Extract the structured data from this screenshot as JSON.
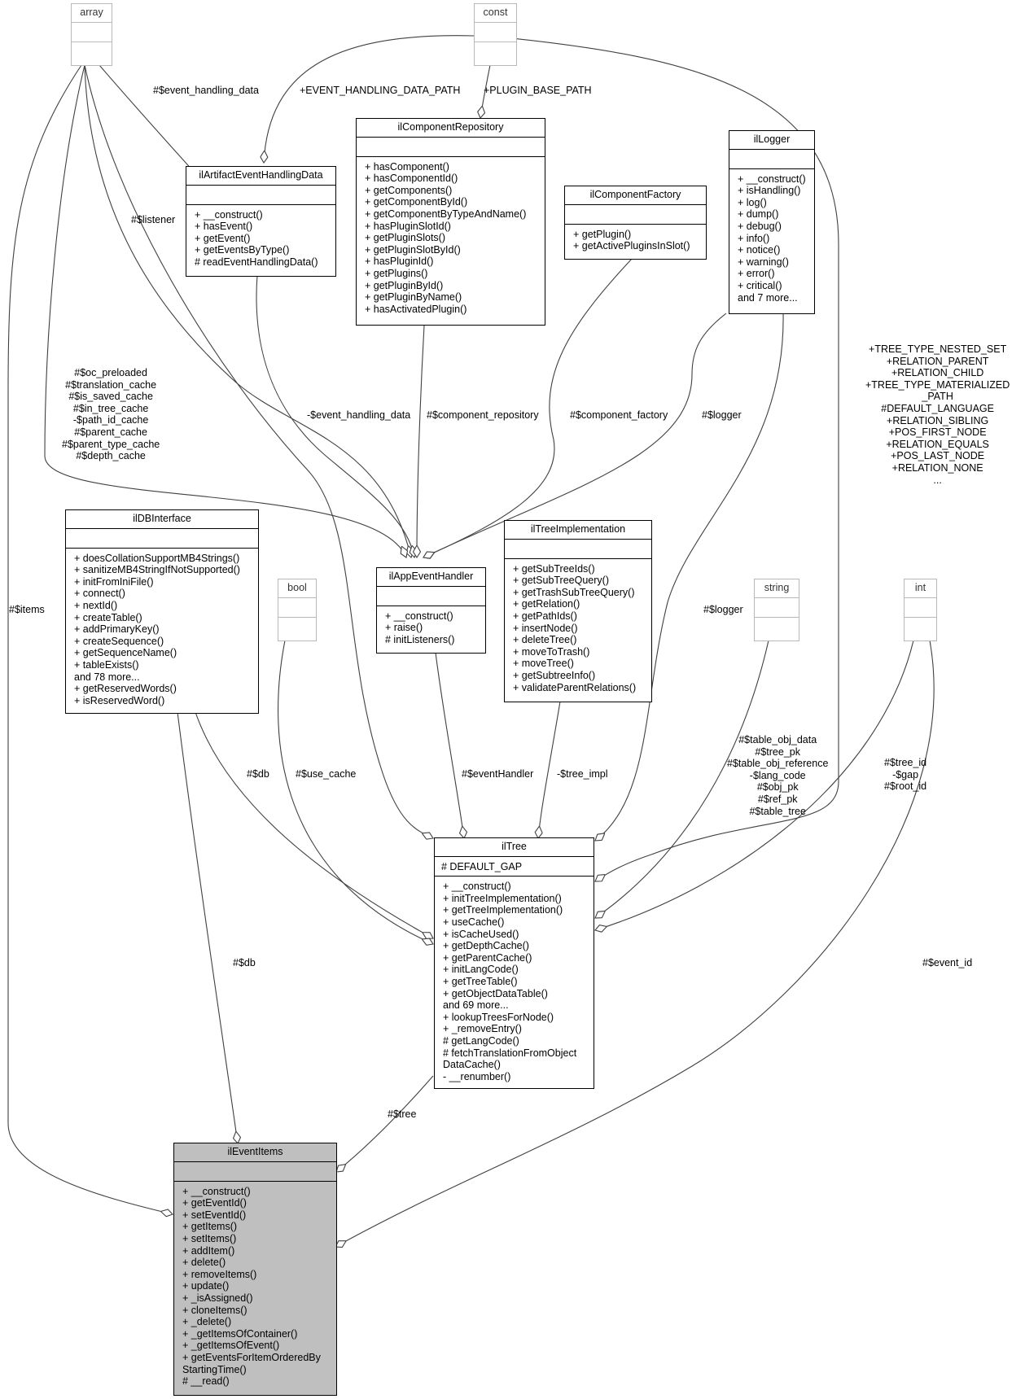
{
  "classes": {
    "array": {
      "title": "array",
      "attributes": [],
      "methods": []
    },
    "const": {
      "title": "const",
      "attributes": [],
      "methods": []
    },
    "ilComponentRepository": {
      "title": "ilComponentRepository",
      "attributes": [],
      "methods": [
        "+ hasComponent()",
        "+ hasComponentId()",
        "+ getComponents()",
        "+ getComponentById()",
        "+ getComponentByTypeAndName()",
        "+ hasPluginSlotId()",
        "+ getPluginSlots()",
        "+ getPluginSlotById()",
        "+ hasPluginId()",
        "+ getPlugins()",
        "+ getPluginById()",
        "+ getPluginByName()",
        "+ hasActivatedPlugin()"
      ]
    },
    "ilArtifactEventHandlingData": {
      "title": "ilArtifactEventHandlingData",
      "attributes": [],
      "methods": [
        "+ __construct()",
        "+ hasEvent()",
        "+ getEvent()",
        "+ getEventsByType()",
        "# readEventHandlingData()"
      ]
    },
    "ilComponentFactory": {
      "title": "ilComponentFactory",
      "attributes": [],
      "methods": [
        "+ getPlugin()",
        "+ getActivePluginsInSlot()"
      ]
    },
    "ilLogger": {
      "title": "ilLogger",
      "attributes": [],
      "methods": [
        "+ __construct()",
        "+ isHandling()",
        "+ log()",
        "+ dump()",
        "+ debug()",
        "+ info()",
        "+ notice()",
        "+ warning()",
        "+ error()",
        "+ critical()",
        "and 7 more..."
      ]
    },
    "ilDBInterface": {
      "title": "ilDBInterface",
      "attributes": [],
      "methods": [
        "+ doesCollationSupportMB4Strings()",
        "+ sanitizeMB4StringIfNotSupported()",
        "+ initFromIniFile()",
        "+ connect()",
        "+ nextId()",
        "+ createTable()",
        "+ addPrimaryKey()",
        "+ createSequence()",
        "+ getSequenceName()",
        "+ tableExists()",
        "and 78 more...",
        "+ getReservedWords()",
        "+ isReservedWord()"
      ]
    },
    "bool": {
      "title": "bool",
      "attributes": [],
      "methods": []
    },
    "ilAppEventHandler": {
      "title": "ilAppEventHandler",
      "attributes": [],
      "methods": [
        "+ __construct()",
        "+ raise()",
        "# initListeners()"
      ]
    },
    "ilTreeImplementation": {
      "title": "ilTreeImplementation",
      "attributes": [],
      "methods": [
        "+ getSubTreeIds()",
        "+ getSubTreeQuery()",
        "+ getTrashSubTreeQuery()",
        "+ getRelation()",
        "+ getPathIds()",
        "+ insertNode()",
        "+ deleteTree()",
        "+ moveToTrash()",
        "+ moveTree()",
        "+ getSubtreeInfo()",
        "+ validateParentRelations()"
      ]
    },
    "string": {
      "title": "string",
      "attributes": [],
      "methods": []
    },
    "int": {
      "title": "int",
      "attributes": [],
      "methods": []
    },
    "ilTree": {
      "title": "ilTree",
      "attributes": [
        "# DEFAULT_GAP"
      ],
      "methods": [
        "+ __construct()",
        "+ initTreeImplementation()",
        "+ getTreeImplementation()",
        "+ useCache()",
        "+ isCacheUsed()",
        "+ getDepthCache()",
        "+ getParentCache()",
        "+ initLangCode()",
        "+ getTreeTable()",
        "+ getObjectDataTable()",
        "and 69 more...",
        "+ lookupTreesForNode()",
        "+ _removeEntry()",
        "# getLangCode()",
        "# fetchTranslationFromObject",
        "DataCache()",
        "- __renumber()"
      ]
    },
    "ilEventItems": {
      "title": "ilEventItems",
      "attributes": [],
      "methods": [
        "+ __construct()",
        "+ getEventId()",
        "+ setEventId()",
        "+ getItems()",
        "+ setItems()",
        "+ addItem()",
        "+ delete()",
        "+ removeItems()",
        "+ update()",
        "+ _isAssigned()",
        "+ cloneItems()",
        "+ _delete()",
        "+ _getItemsOfContainer()",
        "+ _getItemsOfEvent()",
        "+ getEventsForItemOrderedBy",
        "StartingTime()",
        "# __read()"
      ]
    }
  },
  "edge_labels": {
    "event_handling_data_array": [
      "#$event_handling_data"
    ],
    "event_handling_data_path": [
      "+EVENT_HANDLING_DATA_PATH"
    ],
    "plugin_base_path": [
      "+PLUGIN_BASE_PATH"
    ],
    "listener": [
      "#$listener"
    ],
    "tree_caches": [
      "#$oc_preloaded",
      "#$translation_cache",
      "#$is_saved_cache",
      "#$in_tree_cache",
      "-$path_id_cache",
      "#$parent_cache",
      "#$parent_type_cache",
      "#$depth_cache"
    ],
    "private_event_handling_data": [
      "-$event_handling_data"
    ],
    "component_repository": [
      "#$component_repository"
    ],
    "component_factory": [
      "#$component_factory"
    ],
    "app_logger": [
      "#$logger"
    ],
    "tree_consts": [
      "+TREE_TYPE_NESTED_SET",
      "+RELATION_PARENT",
      "+RELATION_CHILD",
      "+TREE_TYPE_MATERIALIZED",
      "_PATH",
      "#DEFAULT_LANGUAGE",
      "+RELATION_SIBLING",
      "+POS_FIRST_NODE",
      "+RELATION_EQUALS",
      "+POS_LAST_NODE",
      "+RELATION_NONE",
      "..."
    ],
    "items": [
      "#$items"
    ],
    "tree_logger": [
      "#$logger"
    ],
    "tree_db": [
      "#$db"
    ],
    "use_cache": [
      "#$use_cache"
    ],
    "event_handler": [
      "#$eventHandler"
    ],
    "tree_impl": [
      "-$tree_impl"
    ],
    "tree_strings": [
      "#$table_obj_data",
      "#$tree_pk",
      "#$table_obj_reference",
      "-$lang_code",
      "#$obj_pk",
      "#$ref_pk",
      "#$table_tree"
    ],
    "tree_ints": [
      "#$tree_id",
      "-$gap",
      "#$root_id"
    ],
    "items_db": [
      "#$db"
    ],
    "event_id": [
      "#$event_id"
    ],
    "tree": [
      "#$tree"
    ]
  }
}
